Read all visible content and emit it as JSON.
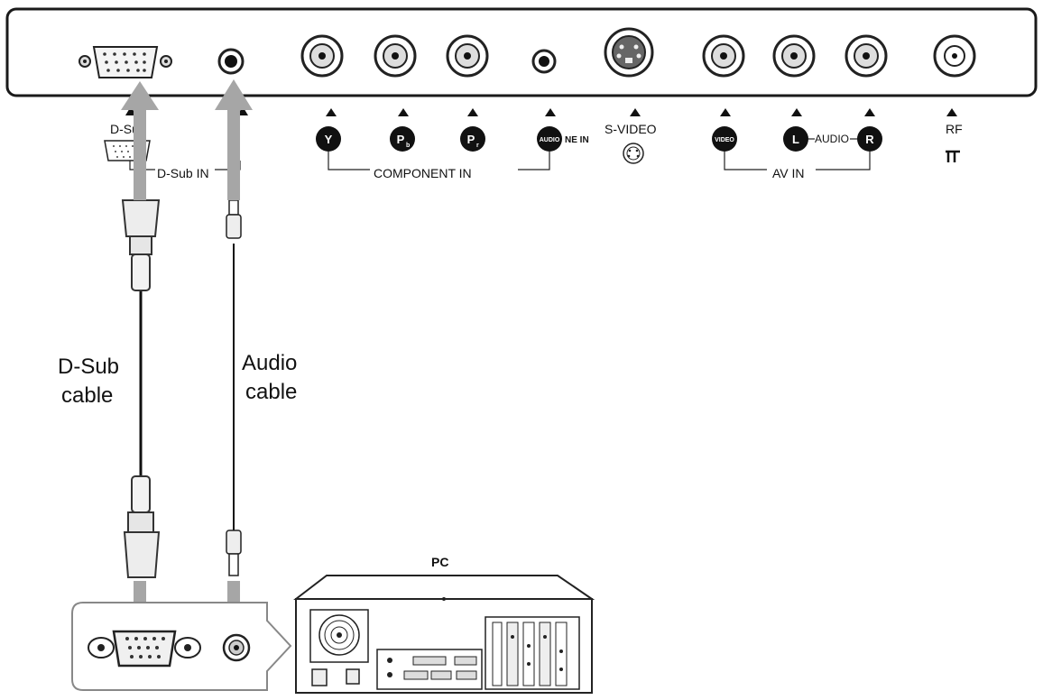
{
  "panel": {
    "labels": {
      "dsub": "D-Sub",
      "dsub_in": "D-Sub IN",
      "y": "Y",
      "pb": "Pb",
      "pr": "Pr",
      "audio_jack": "AUDIO",
      "line_in": "NE IN",
      "svideo": "S-VIDEO",
      "video_jack": "VIDEO",
      "l": "L",
      "audio_lr": "AUDIO",
      "r": "R",
      "rf": "RF",
      "component_in": "COMPONENT IN",
      "av_in": "AV IN"
    }
  },
  "cables": {
    "dsub_line1": "D-Sub",
    "dsub_line2": "cable",
    "audio_line1": "Audio",
    "audio_line2": "cable"
  },
  "pc": {
    "title": "PC"
  },
  "colors": {
    "arrow": "#a6a6a6",
    "outline": "#1a1a1a",
    "jack_fill": "#111111"
  }
}
